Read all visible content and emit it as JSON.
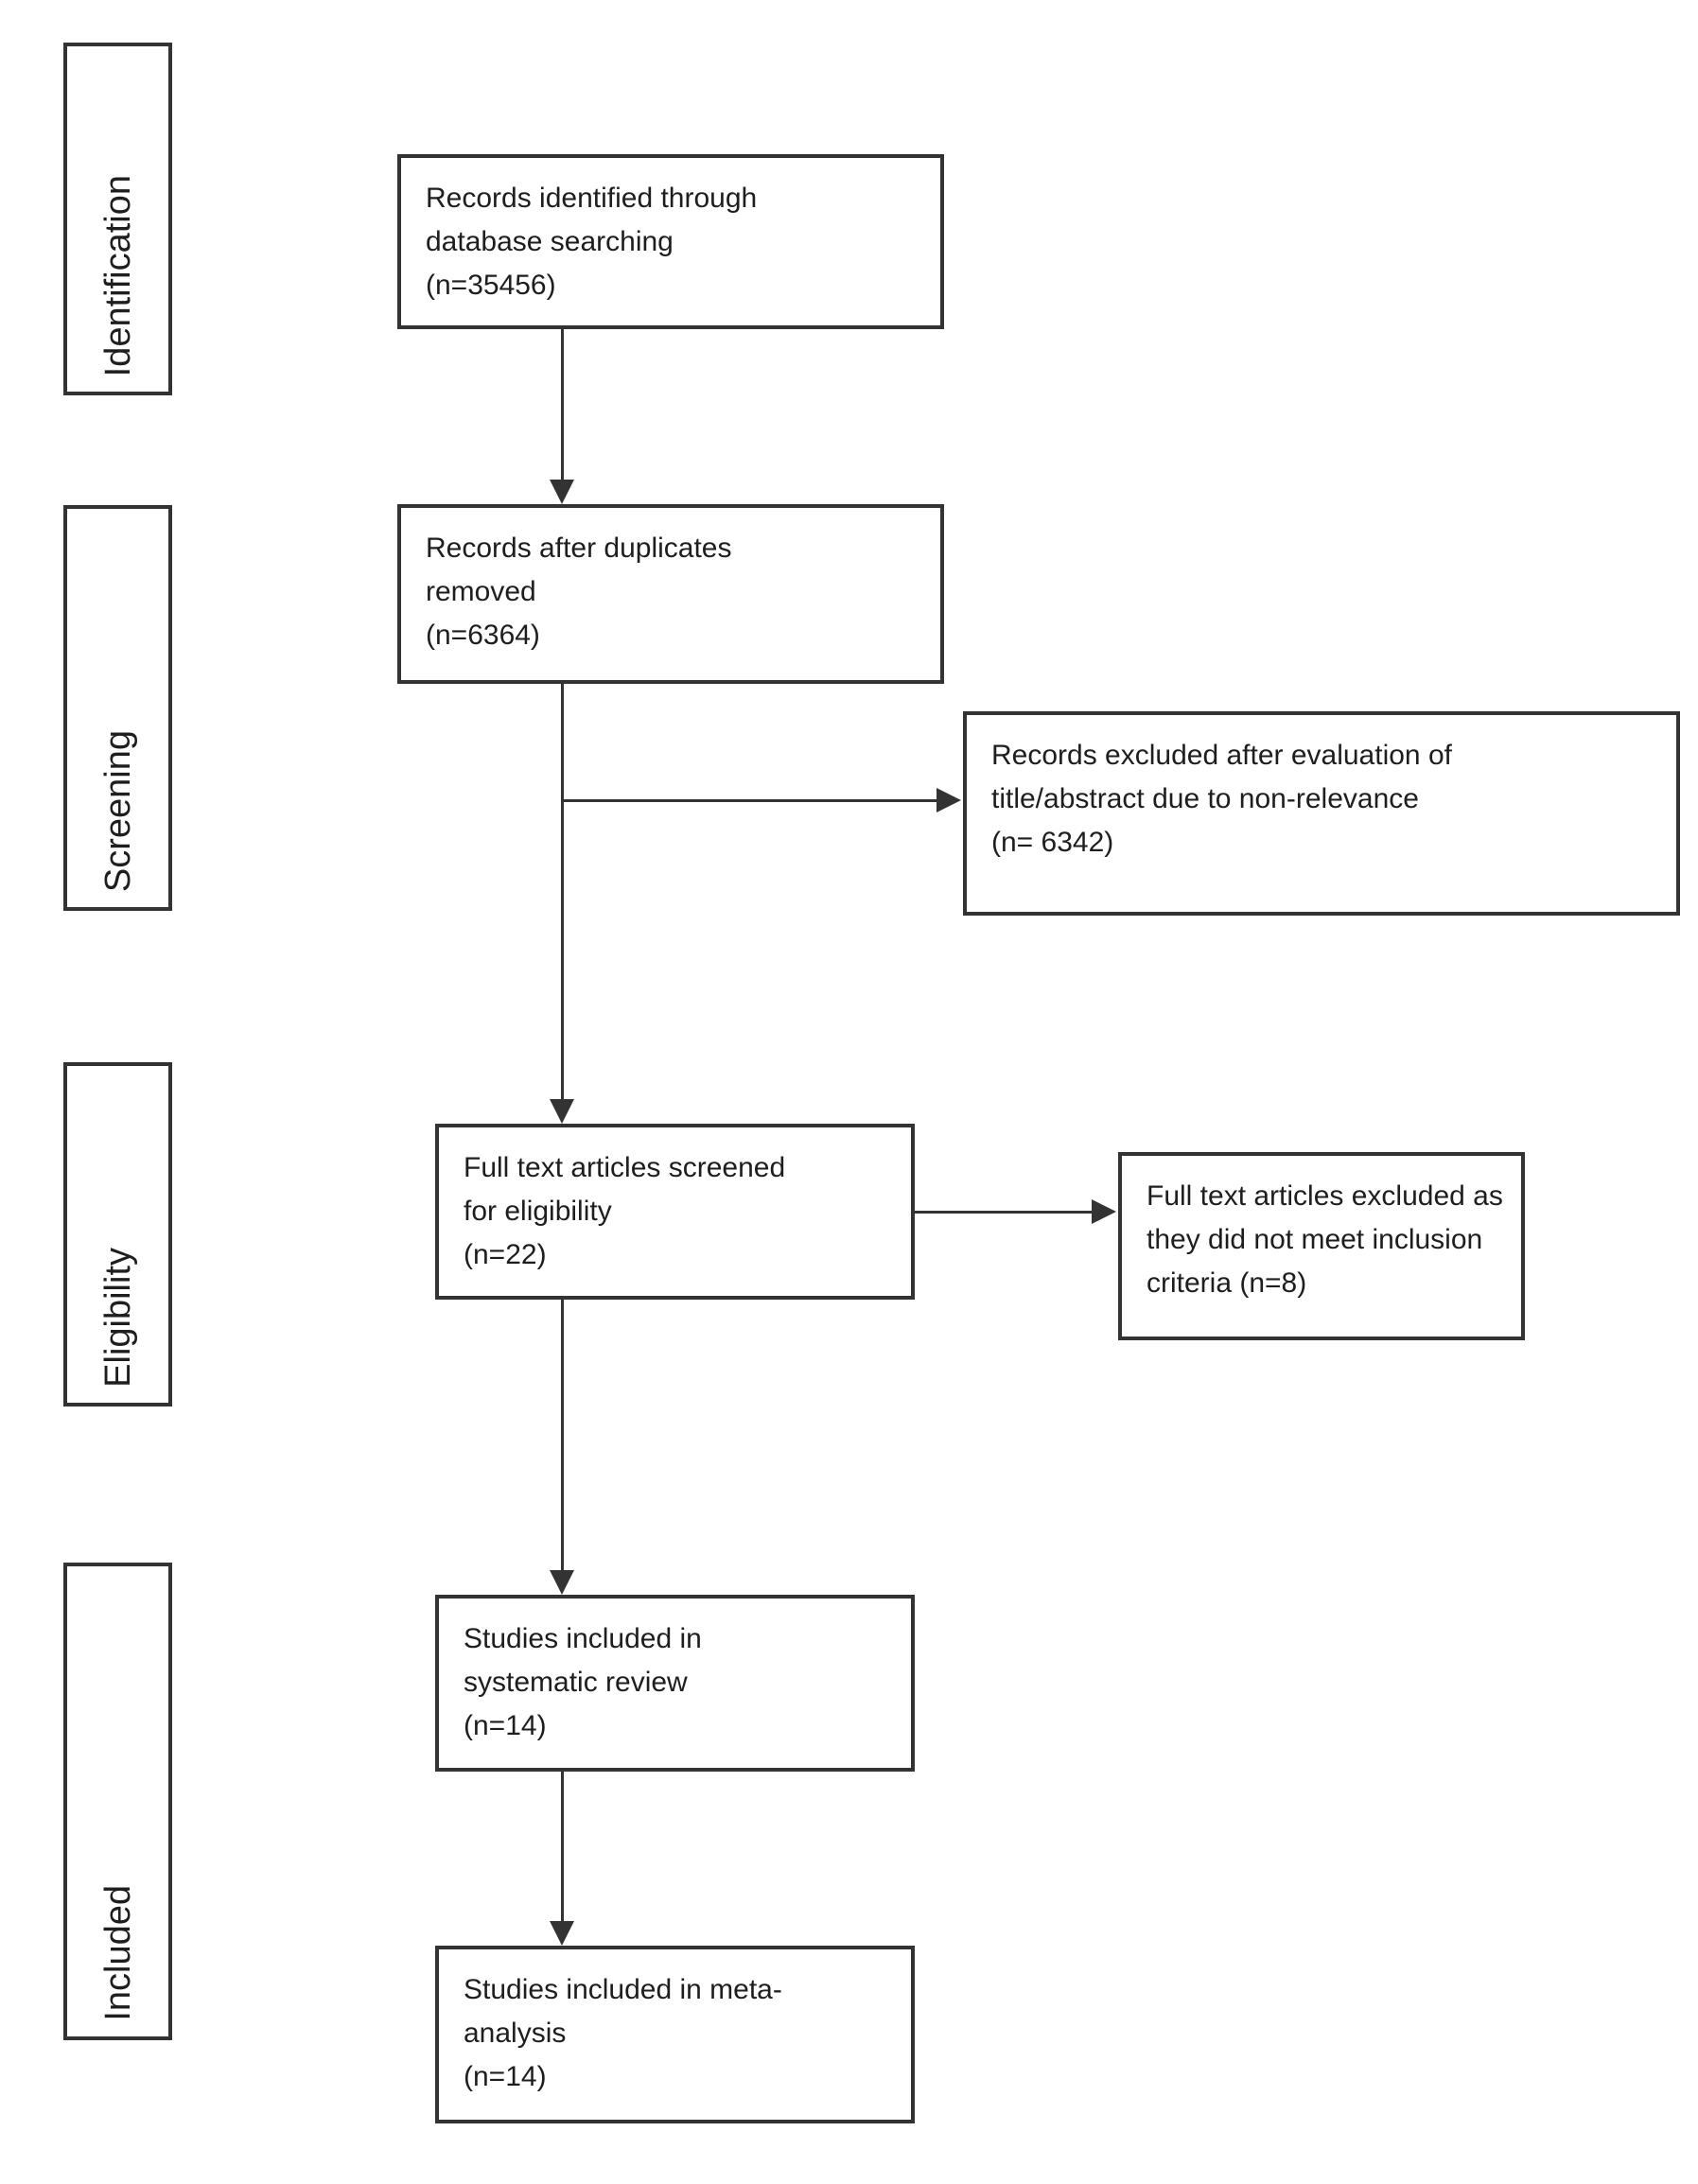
{
  "diagram": {
    "colors": {
      "line": "#333333",
      "text": "#1e1e1e",
      "background": "#ffffff"
    },
    "stages": [
      {
        "label": "Identification"
      },
      {
        "label": "Screening"
      },
      {
        "label": "Eligibility"
      },
      {
        "label": "Included"
      }
    ],
    "boxes": [
      {
        "name": "records-identified",
        "lines": [
          "Records identified through",
          "database searching",
          "(n=35456)"
        ]
      },
      {
        "name": "records-after-duplicates",
        "lines": [
          "Records after duplicates",
          "removed",
          "(n=6364)"
        ]
      },
      {
        "name": "records-excluded",
        "lines": [
          "Records excluded after evaluation of",
          "title/abstract due to non-relevance",
          "(n= 6342)"
        ]
      },
      {
        "name": "full-text-screened",
        "lines": [
          "Full text articles screened",
          "for eligibility",
          "(n=22)"
        ]
      },
      {
        "name": "full-text-excluded",
        "lines": [
          "Full text articles excluded as",
          "they did not meet inclusion",
          "criteria (n=8)"
        ]
      },
      {
        "name": "included-systematic-review",
        "lines": [
          "Studies included in",
          "systematic review",
          "(n=14)"
        ]
      },
      {
        "name": "included-meta-analysis",
        "lines": [
          "Studies included in meta-",
          "analysis",
          "(n=14)"
        ]
      }
    ]
  }
}
